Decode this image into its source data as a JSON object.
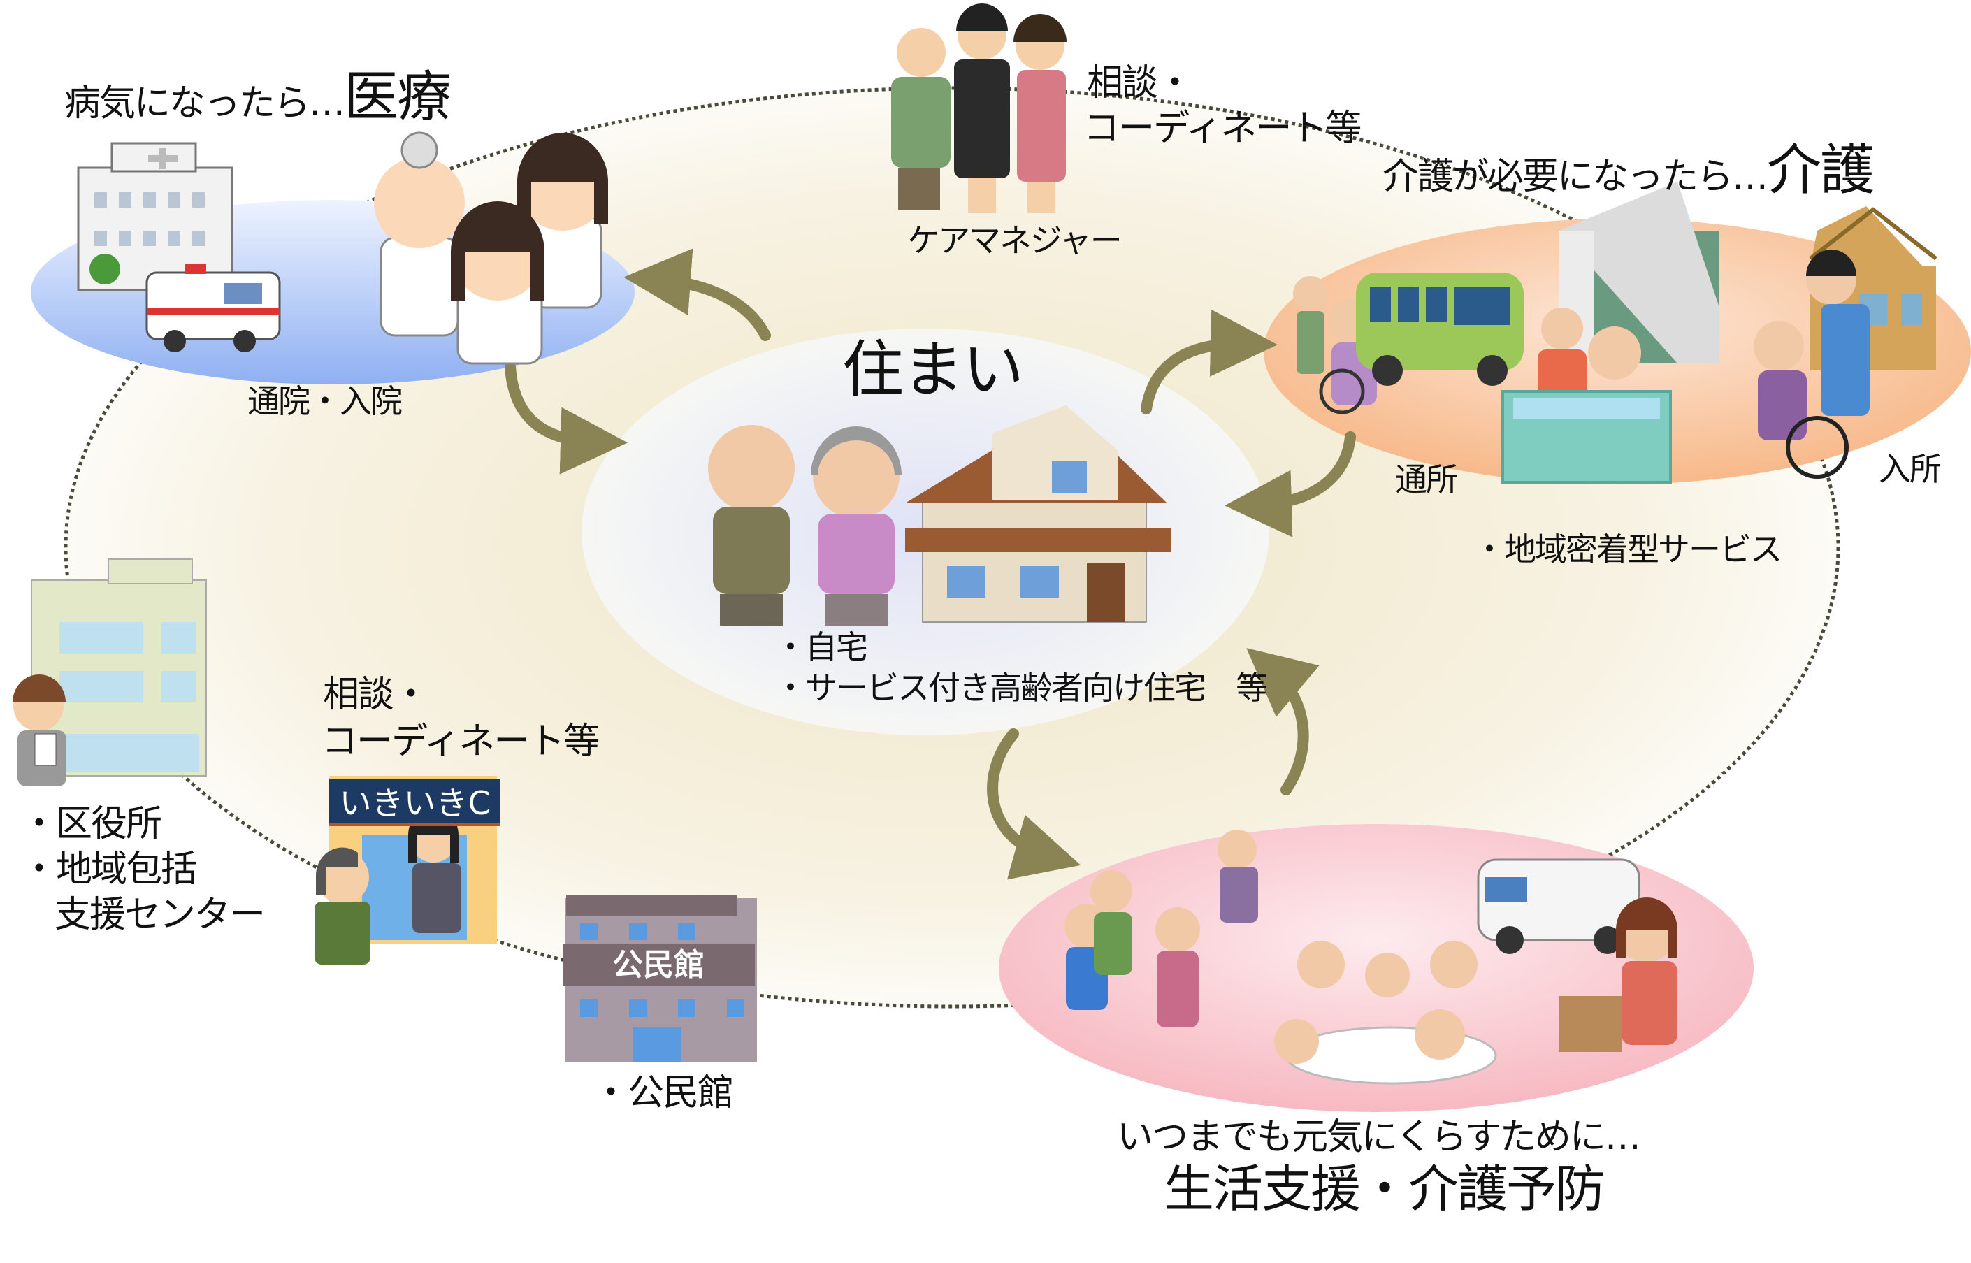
{
  "medical": {
    "lead": "病気になったら…",
    "title": "医療",
    "caption": "通院・入院"
  },
  "care_manager": {
    "line1": "相談・",
    "line2": "コーディネート等",
    "caption": "ケアマネジャー"
  },
  "care": {
    "lead": "介護が必要になったら…",
    "title": "介護",
    "day_service": "通所",
    "residential": "入所",
    "community_service": "・地域密着型サービス"
  },
  "housing": {
    "title": "住まい",
    "item1": "・自宅",
    "item2": "・サービス付き高齢者向け住宅　等"
  },
  "consult": {
    "line1": "相談・",
    "line2": "コーディネート等",
    "sign": "いきいきC"
  },
  "ward": {
    "line1": "・区役所",
    "line2": "・地域包括",
    "line3": "支援センター"
  },
  "community_hall": {
    "caption": "・公民館",
    "building_sign": "公民館"
  },
  "prevention": {
    "lead": "いつまでも元気にくらすために…",
    "title": "生活支援・介護予防"
  },
  "colors": {
    "arrow": "#8a8455",
    "dotted_ring": "#4a4a3a",
    "medical_fill": "#a9c3f5",
    "care_fill": "#f8c8a0",
    "prevention_fill": "#f9c9cf",
    "housing_fill": "#e6e8f8",
    "ring_fill": "#f3ecd6"
  }
}
